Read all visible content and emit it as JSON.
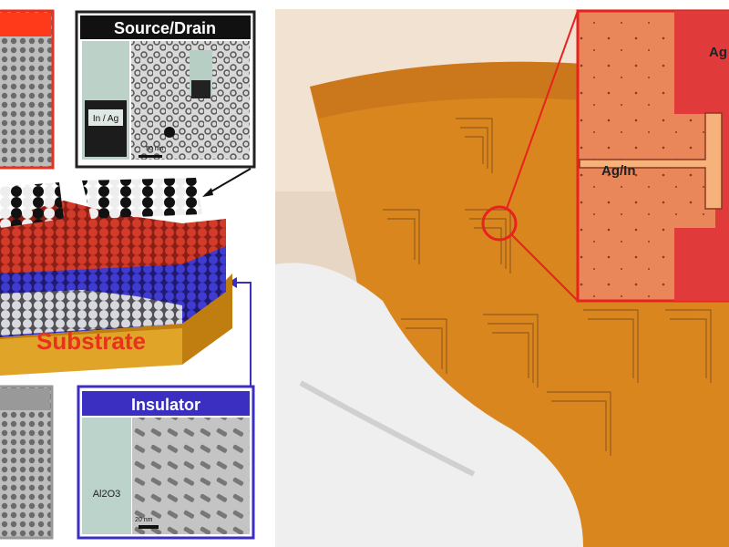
{
  "left_panel": {
    "source_drain": {
      "title": "Source/Drain",
      "vial_label": "In / Ag",
      "scale_label": "50 nm"
    },
    "insulator": {
      "title": "Insulator",
      "vial_label": "Al2O3",
      "scale_label": "20 nm"
    },
    "stack": {
      "substrate_label": "Substrate"
    },
    "colors": {
      "red": "#e8321e",
      "black": "#1a1a1a",
      "blue": "#3a2fc0",
      "gray": "#8a8a8a",
      "substrate": "#d99a1c"
    }
  },
  "right_panel": {
    "inset": {
      "label_left": "Ag/In",
      "label_top": "Ag"
    },
    "colors": {
      "film": "#d9861f",
      "inset_border": "#e8221e",
      "electrode": "#e03a3a"
    }
  }
}
